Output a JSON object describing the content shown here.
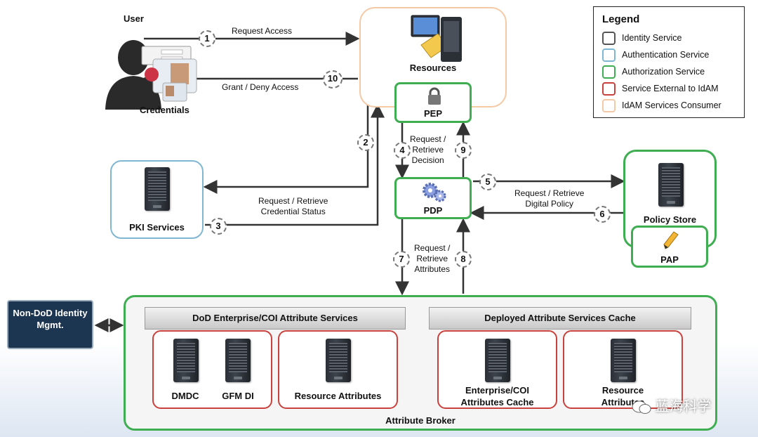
{
  "actors": {
    "user": "User",
    "credentials": "Credentials"
  },
  "nodes": {
    "resources": "Resources",
    "pep": "PEP",
    "pdp": "PDP",
    "pki": "PKI Services",
    "policy_store": "Policy Store",
    "pap": "PAP",
    "non_dod": "Non-DoD Identity Mgmt.",
    "attribute_broker": "Attribute Broker",
    "dod_services": "DoD Enterprise/COI Attribute Services",
    "deployed_cache": "Deployed Attribute Services Cache",
    "dmdc": "DMDC",
    "gfm": "GFM DI",
    "resource_attributes": "Resource Attributes",
    "ent_cache_1": "Enterprise/COI",
    "ent_cache_2": "Attributes Cache",
    "res_attr_2_1": "Resource",
    "res_attr_2_2": "Attributes"
  },
  "arrows": {
    "request_access": "Request Access",
    "grant_deny": "Grant / Deny Access",
    "cred_status_1": "Request / Retrieve",
    "cred_status_2": "Credential Status",
    "decision_1": "Request /",
    "decision_2": "Retrieve",
    "decision_3": "Decision",
    "policy_1": "Request / Retrieve",
    "policy_2": "Digital Policy",
    "attr_1": "Request /",
    "attr_2": "Retrieve",
    "attr_3": "Attributes"
  },
  "steps": [
    "1",
    "2",
    "3",
    "4",
    "5",
    "6",
    "7",
    "8",
    "9",
    "10"
  ],
  "legend": {
    "title": "Legend",
    "items": [
      {
        "label": "Identity Service",
        "color": "#555555"
      },
      {
        "label": "Authentication Service",
        "color": "#7fb7d3"
      },
      {
        "label": "Authorization Service",
        "color": "#3fae52"
      },
      {
        "label": "Service External to IdAM",
        "color": "#c9413c"
      },
      {
        "label": "IdAM Services Consumer",
        "color": "#f4c9a6"
      }
    ]
  },
  "watermark": "蓝海科学"
}
